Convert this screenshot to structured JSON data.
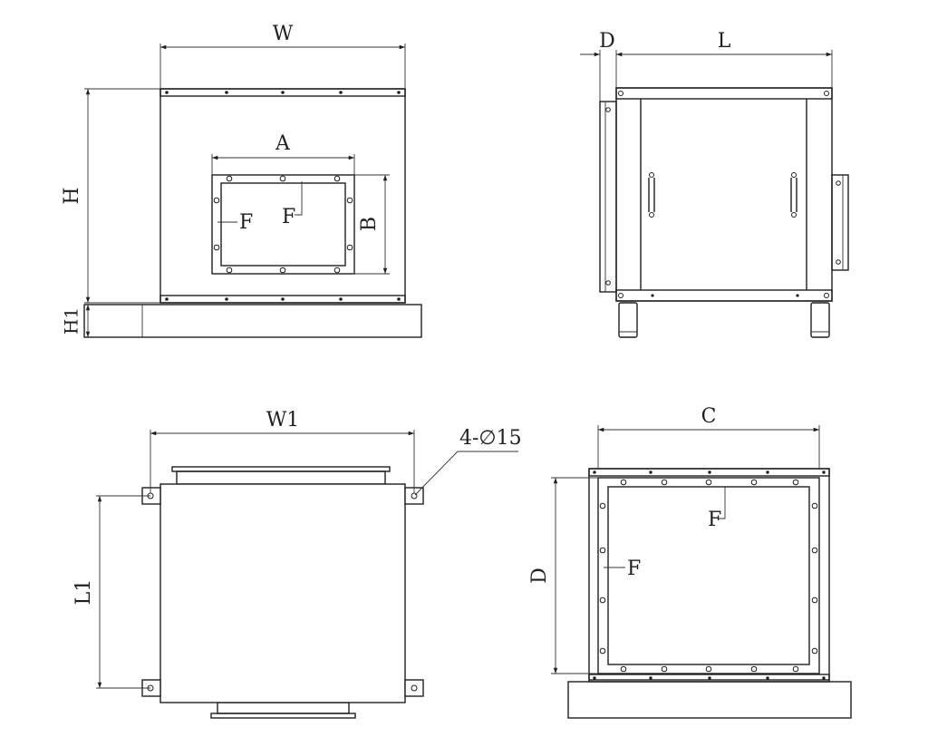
{
  "views": {
    "front": {
      "width_label": "W",
      "height_label": "H",
      "base_height_label": "H1",
      "opening_width_label": "A",
      "opening_height_label": "B",
      "flange_labels": [
        "F",
        "F"
      ]
    },
    "side": {
      "flange_depth_label": "D",
      "length_label": "L"
    },
    "top": {
      "width_label": "W1",
      "length_label": "L1",
      "mounting_hole_label": "4-∅15"
    },
    "end": {
      "width_label": "C",
      "height_label": "D",
      "flange_labels": [
        "F",
        "F"
      ]
    }
  }
}
